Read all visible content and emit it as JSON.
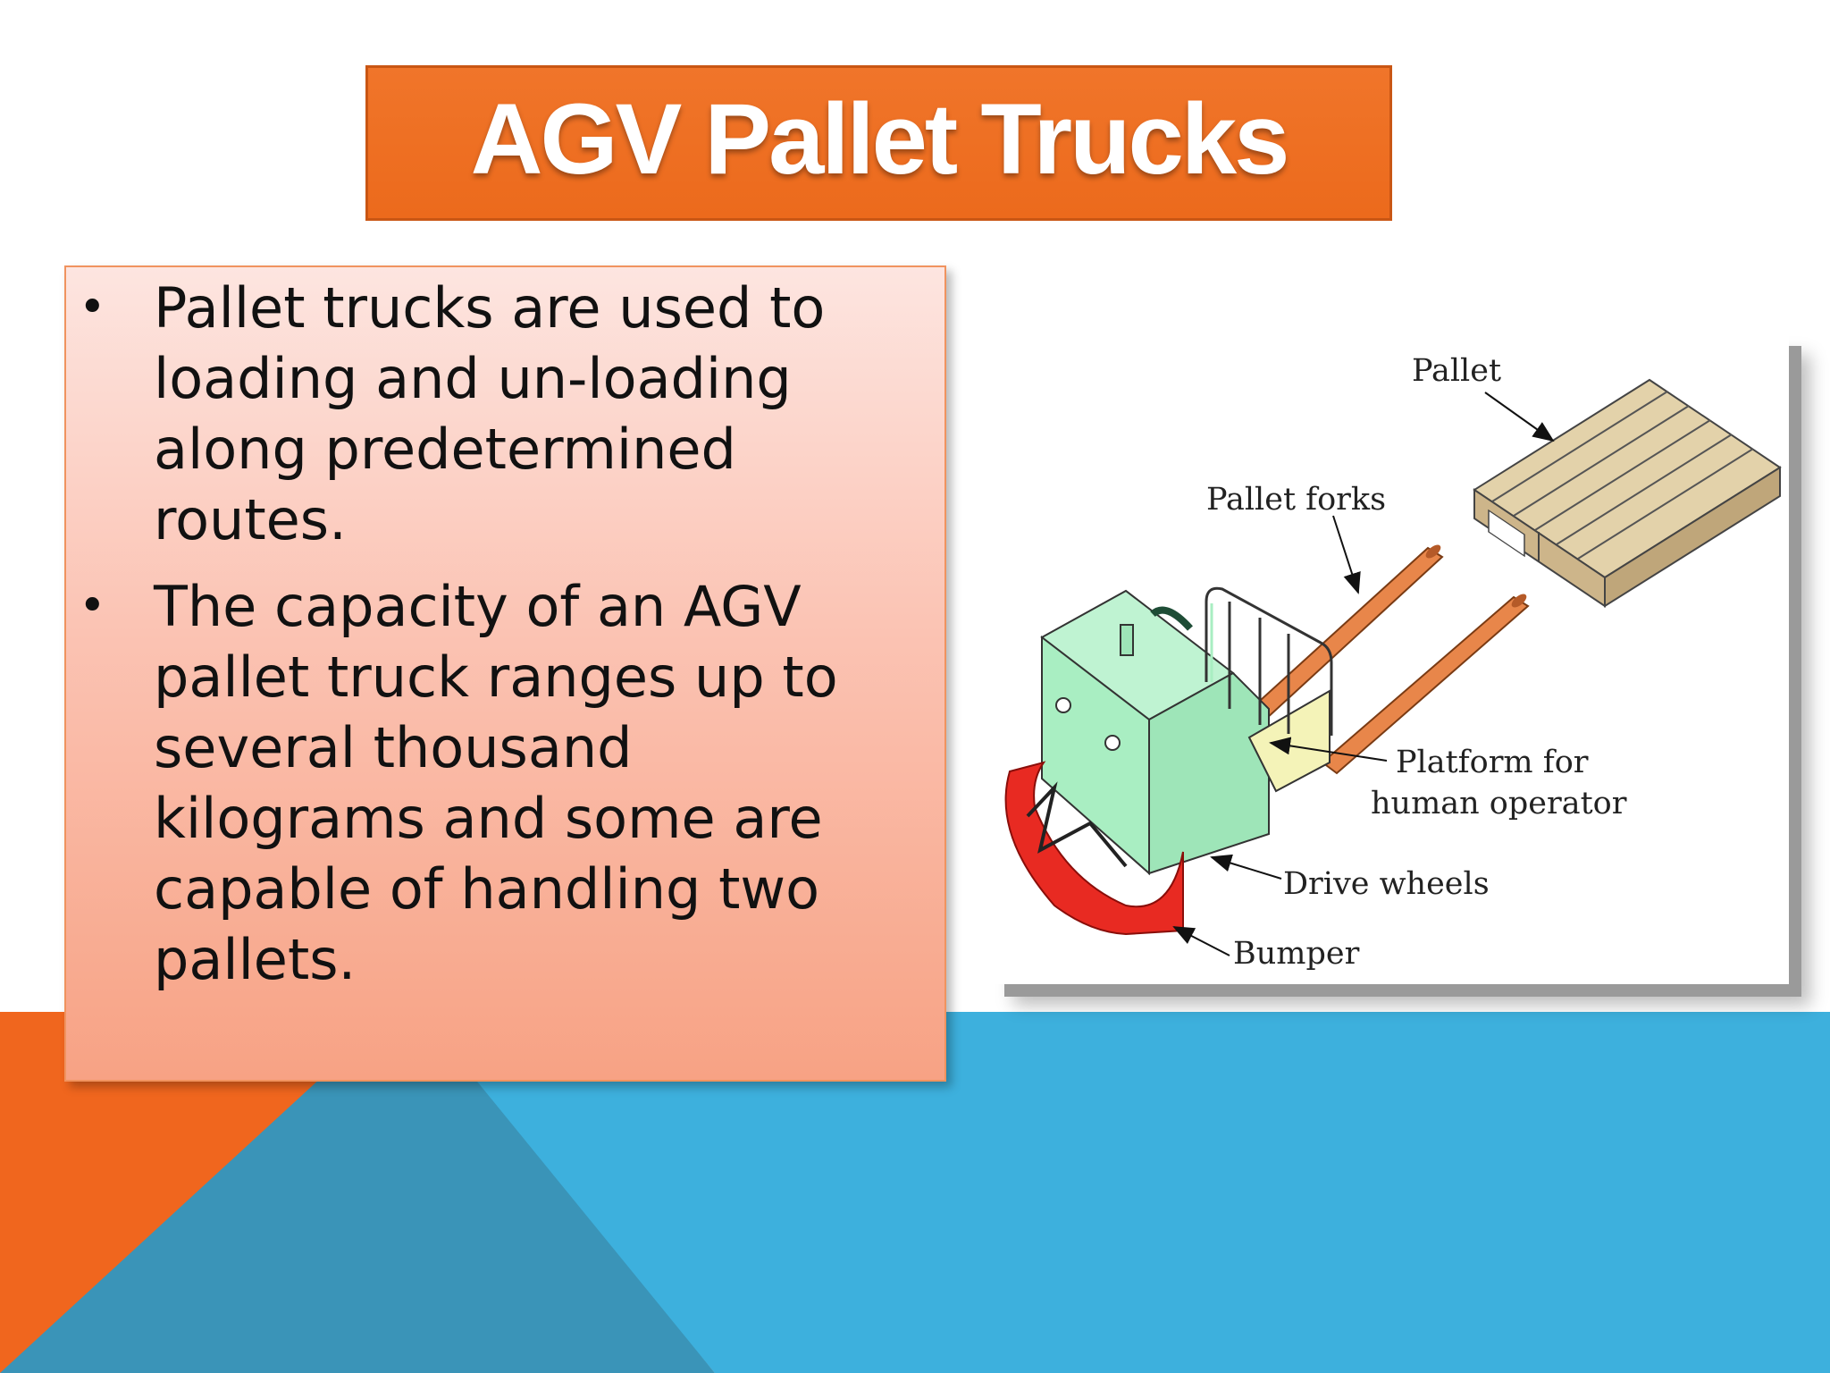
{
  "slide": {
    "title": "AGV Pallet Trucks",
    "bullets": [
      {
        "lines": [
          "Pallet trucks are used to",
          "loading and un-loading",
          "along predetermined",
          "routes."
        ]
      },
      {
        "lines": [
          "The capacity of an AGV",
          "pallet truck ranges up to",
          "several thousand",
          "kilograms and some are",
          "capable of handling two",
          "pallets."
        ]
      }
    ],
    "bullet_symbol": "•"
  },
  "diagram": {
    "labels": {
      "pallet": "Pallet",
      "pallet_forks": "Pallet forks",
      "platform_line1": "Platform for",
      "platform_line2": "human operator",
      "drive_wheels": "Drive wheels",
      "bumper": "Bumper"
    }
  },
  "colors": {
    "orange": "#f0661e",
    "blue": "#3db0dd",
    "dark_blue": "#3a94b8",
    "truck_body": "#a9eec2",
    "bumper": "#e82a22",
    "forks": "#e8864a",
    "pallet_wood": "#dcc9a0"
  }
}
